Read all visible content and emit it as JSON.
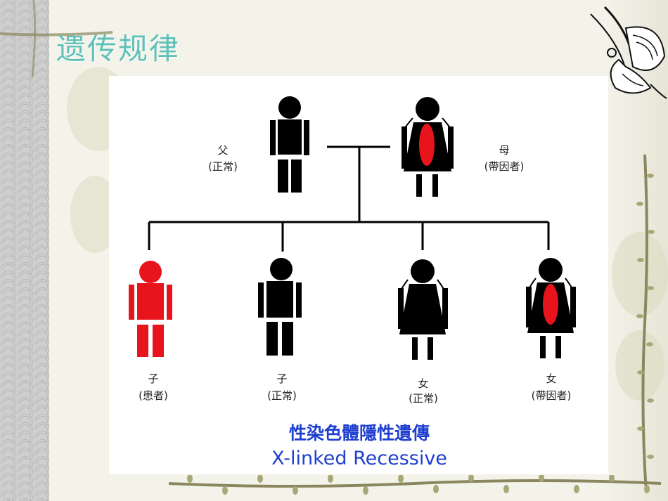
{
  "slide": {
    "title": "遗传规律"
  },
  "pedigree": {
    "father": {
      "role": "父",
      "status": "(正常)"
    },
    "mother": {
      "role": "母",
      "status": "(帶因者)"
    },
    "children": [
      {
        "role": "子",
        "status": "(患者)"
      },
      {
        "role": "子",
        "status": "(正常)"
      },
      {
        "role": "女",
        "status": "(正常)"
      },
      {
        "role": "女",
        "status": "(帶因者)"
      }
    ]
  },
  "caption": {
    "chinese": "性染色體隱性遺傳",
    "english": "X-linked Recessive"
  },
  "colors": {
    "title": "#5fc0b8",
    "normal": "#000000",
    "affected": "#e8141c",
    "carrier_mark": "#e8141c",
    "caption": "#1e3fd0"
  }
}
